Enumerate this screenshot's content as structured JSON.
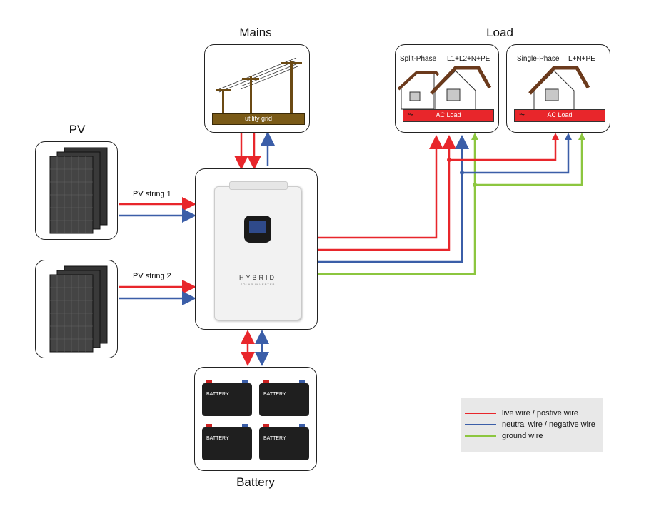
{
  "titles": {
    "mains": "Mains",
    "load": "Load",
    "pv": "PV",
    "battery": "Battery"
  },
  "mains": {
    "grid_label": "utility grid"
  },
  "pv": {
    "string1": "PV string 1",
    "string2": "PV string 2"
  },
  "inverter": {
    "brand": "HYBRID",
    "subtitle": "SOLAR INVERTER"
  },
  "loads": {
    "split_phase": {
      "title": "Split-Phase",
      "config": "L1+L2+N+PE",
      "bar_label": "AC Load"
    },
    "single_phase": {
      "title": "Single-Phase",
      "config": "L+N+PE",
      "bar_label": "AC Load"
    }
  },
  "battery": {
    "cell_labels": [
      "BATTERY",
      "BATTERY",
      "BATTERY",
      "BATTERY"
    ]
  },
  "legend": {
    "items": [
      {
        "label": "live wire / postive wire",
        "color": "#e8262b"
      },
      {
        "label": "neutral wire / negative wire",
        "color": "#3b5ea8"
      },
      {
        "label": "ground wire",
        "color": "#8cc63f"
      }
    ]
  },
  "colors": {
    "live": "#e8262b",
    "neutral": "#3b5ea8",
    "ground": "#8cc63f",
    "ac_load_bar": "#e8262b",
    "grid_bar": "#7a5a17",
    "roof": "#6b3a1c"
  }
}
